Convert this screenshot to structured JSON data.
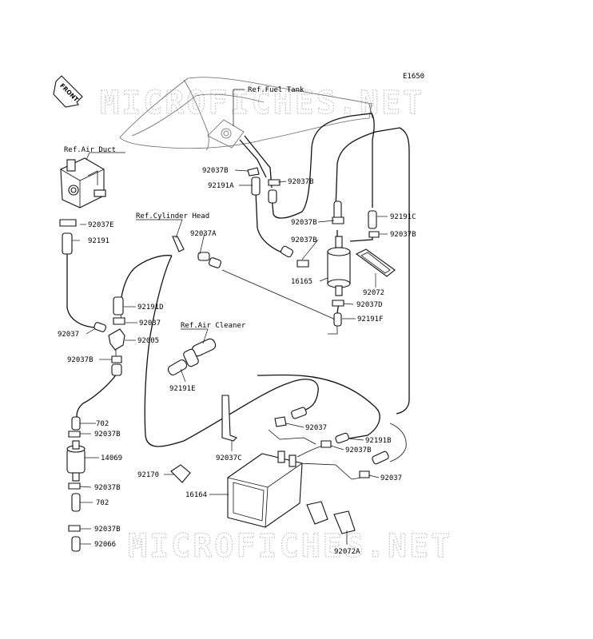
{
  "diagram_code": "E1650",
  "front_marker": "FRONT",
  "watermark": "MICROFICHES.NET",
  "references": {
    "fuel_tank": "Ref.Fuel Tank",
    "air_duct": "Ref.Air Duct",
    "cylinder_head": "Ref.Cylinder Head",
    "air_cleaner": "Ref.Air Cleaner"
  },
  "callouts": [
    "92037B",
    "92037B",
    "92191A",
    "92037E",
    "92191",
    "92037A",
    "92037B",
    "92191C",
    "92037B",
    "92037B",
    "16165",
    "92072",
    "92037D",
    "92191D",
    "92037",
    "92191F",
    "92037",
    "92005",
    "92037B",
    "92191E",
    "702",
    "92037B",
    "92037",
    "14069",
    "92191B",
    "92037B",
    "92037C",
    "92170",
    "92037",
    "16164",
    "92037B",
    "702",
    "92037B",
    "92066",
    "92072A"
  ]
}
